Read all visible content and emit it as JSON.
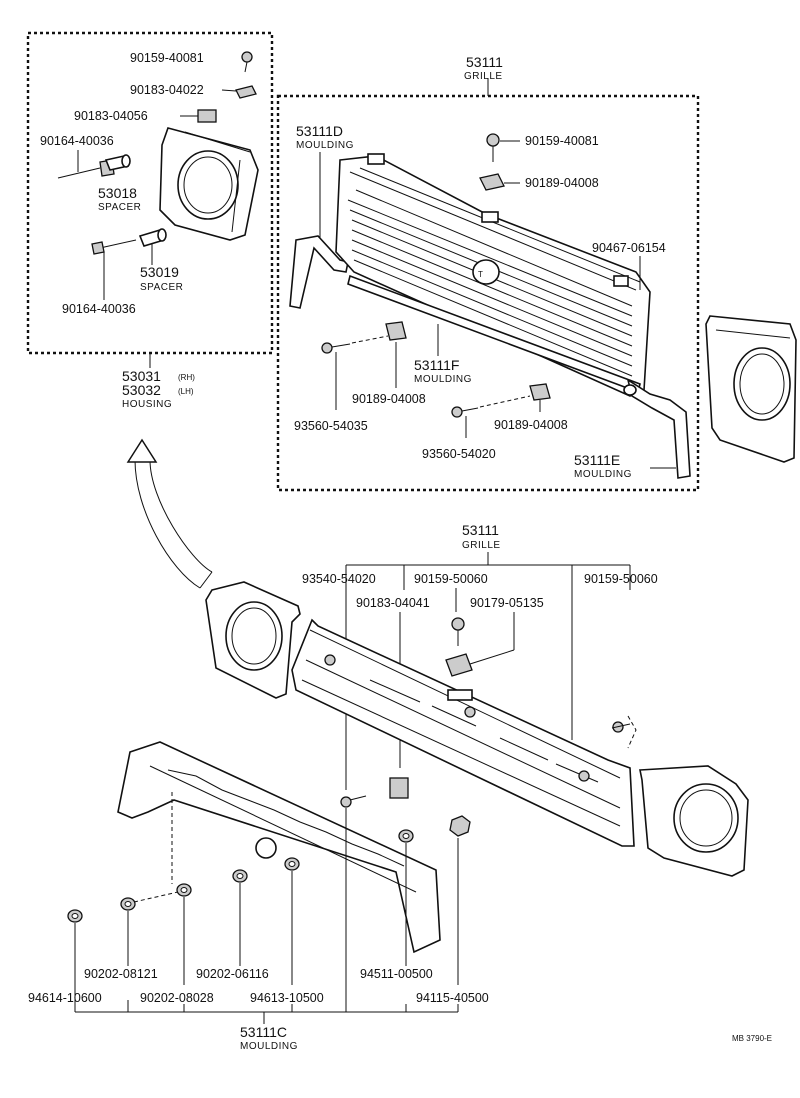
{
  "upper_left_box": {
    "parts": {
      "p1": "90159-40081",
      "p2": "90183-04022",
      "p3": "90183-04056",
      "p4": "90164-40036",
      "p5": "53018",
      "p5_caption": "SPACER",
      "p6": "53019",
      "p6_caption": "SPACER",
      "p7": "90164-40036"
    }
  },
  "housing": {
    "rh": "53031",
    "rh_suffix": "(RH)",
    "lh": "53032",
    "lh_suffix": "(LH)",
    "caption": "HOUSING"
  },
  "upper_right_box": {
    "grille_num": "53111",
    "grille_caption": "GRILLE",
    "moulding_d": "53111D",
    "moulding_d_caption": "MOULDING",
    "p1": "90159-40081",
    "p2": "90189-04008",
    "p3": "90467-06154",
    "moulding_f": "53111F",
    "moulding_f_caption": "MOULDING",
    "p4": "90189-04008",
    "p5": "93560-54035",
    "p6": "90189-04008",
    "p7": "93560-54020",
    "moulding_e": "53111E",
    "moulding_e_caption": "MOULDING"
  },
  "lower_assembly": {
    "grille_num": "53111",
    "grille_caption": "GRILLE",
    "p1": "93540-54020",
    "p2": "90159-50060",
    "p3": "90159-50060",
    "p4": "90183-04041",
    "p5": "90179-05135",
    "p6": "90202-08121",
    "p7": "90202-06116",
    "p8": "94511-00500",
    "p9": "94614-10600",
    "p10": "90202-08028",
    "p11": "94613-10500",
    "p12": "94115-40500",
    "moulding_c": "53111C",
    "moulding_c_caption": "MOULDING"
  },
  "drawing_code": "MB 3790-E"
}
